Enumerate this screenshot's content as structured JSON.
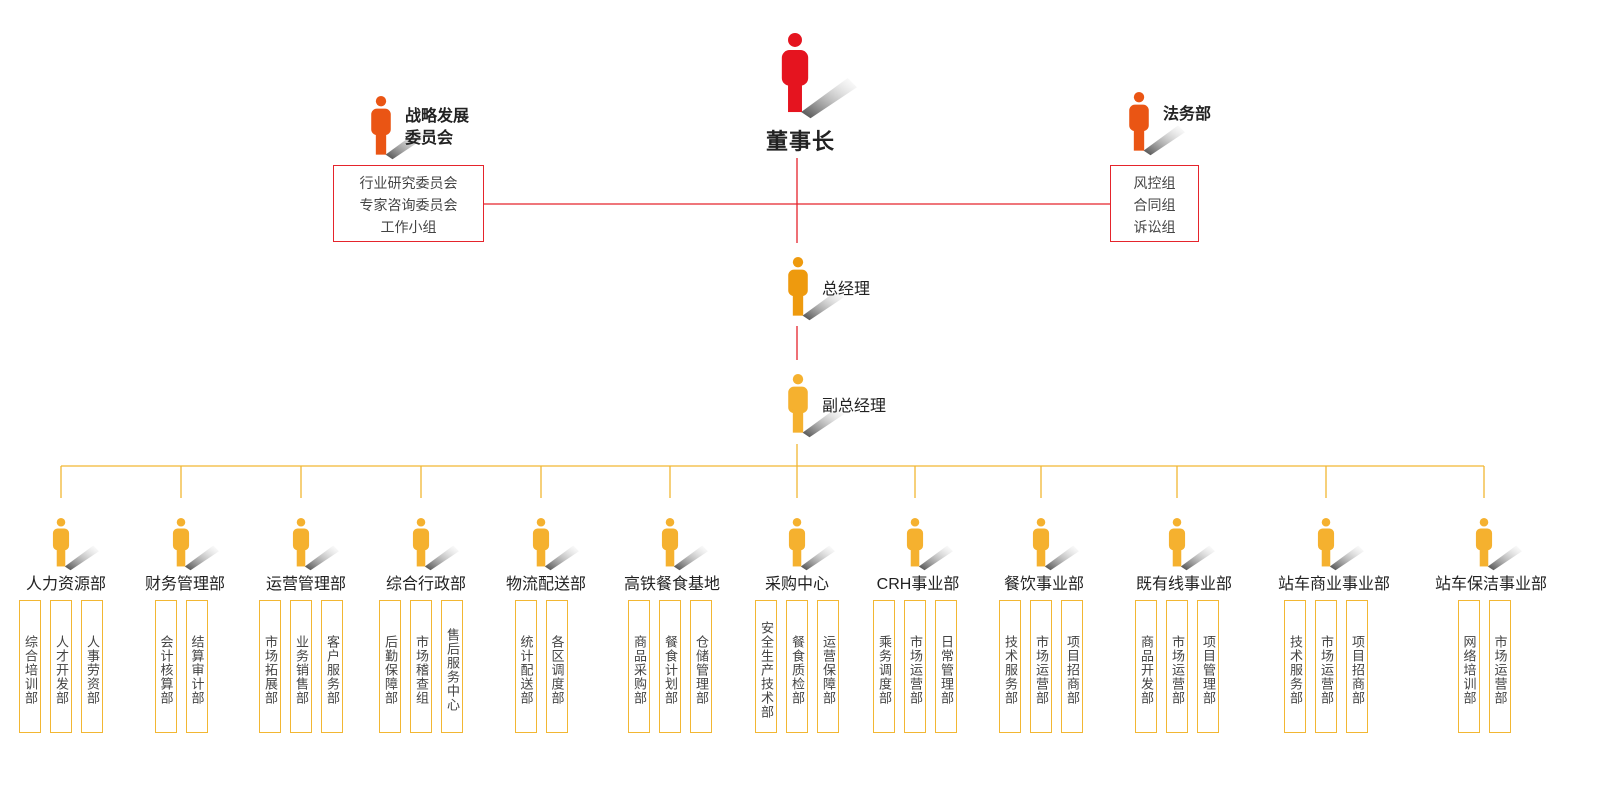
{
  "colors": {
    "chairman": "#e5141f",
    "side": "#ea5514",
    "gm": "#ee9a0e",
    "vp": "#f5b12f",
    "dept": "#f5b12f",
    "red_line": "#e5242c",
    "yellow_line": "#f2b733"
  },
  "chairman": {
    "label": "董事长"
  },
  "strategy": {
    "label_lines": [
      "战略发展",
      "委员会"
    ],
    "box_items": [
      "行业研究委员会",
      "专家咨询委员会",
      "工作小组"
    ]
  },
  "legal": {
    "label": "法务部",
    "box_items": [
      "风控组",
      "合同组",
      "诉讼组"
    ]
  },
  "general_manager": {
    "label": "总经理"
  },
  "vice_general_manager": {
    "label": "副总经理"
  },
  "departments": [
    {
      "name": "人力资源部",
      "subs": [
        "综合培训部",
        "人才开发部",
        "人事劳资部"
      ]
    },
    {
      "name": "财务管理部",
      "subs": [
        "会计核算部",
        "结算审计部"
      ]
    },
    {
      "name": "运营管理部",
      "subs": [
        "市场拓展部",
        "业务销售部",
        "客户服务部"
      ]
    },
    {
      "name": "综合行政部",
      "subs": [
        "后勤保障部",
        "市场稽查组",
        "售后服务中心"
      ]
    },
    {
      "name": "物流配送部",
      "subs": [
        "统计配送部",
        "各区调度部"
      ]
    },
    {
      "name": "高铁餐食基地",
      "subs": [
        "商品采购部",
        "餐食计划部",
        "仓储管理部"
      ]
    },
    {
      "name": "采购中心",
      "subs": [
        "安全生产技术部",
        "餐食质检部",
        "运营保障部"
      ]
    },
    {
      "name": "CRH事业部",
      "subs": [
        "乘务调度部",
        "市场运营部",
        "日常管理部"
      ]
    },
    {
      "name": "餐饮事业部",
      "subs": [
        "技术服务部",
        "市场运营部",
        "项目招商部"
      ]
    },
    {
      "name": "既有线事业部",
      "subs": [
        "商品开发部",
        "市场运营部",
        "项目管理部"
      ]
    },
    {
      "name": "站车商业事业部",
      "subs": [
        "技术服务部",
        "市场运营部",
        "项目招商部"
      ]
    },
    {
      "name": "站车保洁事业部",
      "subs": [
        "网络培训部",
        "市场运营部"
      ]
    }
  ]
}
